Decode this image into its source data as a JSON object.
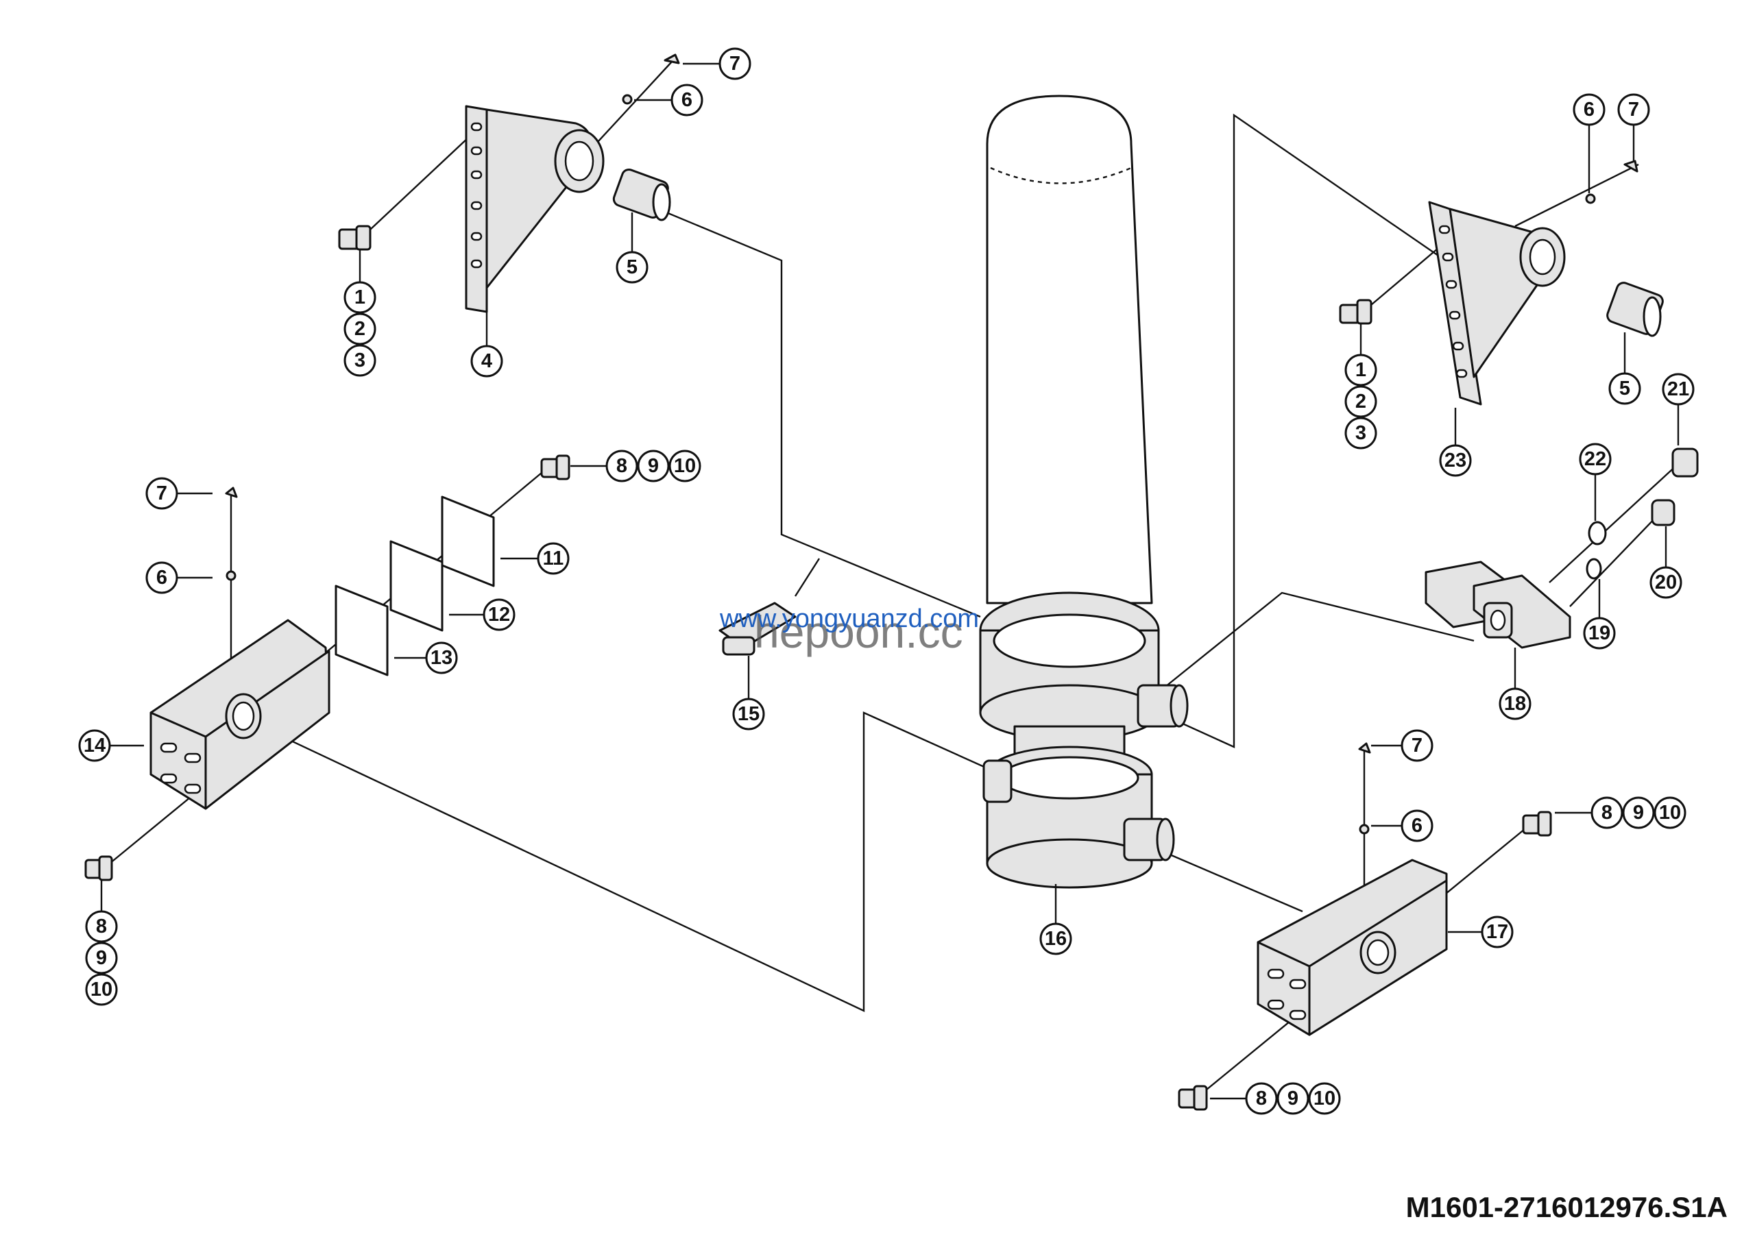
{
  "drawing_code": "M1601-2716012976.S1A",
  "watermarks": {
    "primary": "www.yongyuanzd.com",
    "secondary": "hepoon.cc",
    "primary_color": "#1f5fbf",
    "secondary_color": "#555555"
  },
  "callouts": {
    "b_1_a": "1",
    "b_2_a": "2",
    "b_3_a": "3",
    "b_4": "4",
    "b_5_a": "5",
    "b_6_a": "6",
    "b_7_a": "7",
    "b_7_b": "7",
    "b_6_b": "6",
    "b_8_a": "8",
    "b_9_a": "9",
    "b_10_a": "10",
    "b_11": "11",
    "b_12": "12",
    "b_13": "13",
    "b_14": "14",
    "b_8_b": "8",
    "b_9_b": "9",
    "b_10_b": "10",
    "b_15": "15",
    "b_16": "16",
    "b_6_c": "6",
    "b_7_c": "7",
    "b_1_b": "1",
    "b_2_b": "2",
    "b_3_b": "3",
    "b_5_b": "5",
    "b_23": "23",
    "b_21": "21",
    "b_22": "22",
    "b_20": "20",
    "b_19": "19",
    "b_18": "18",
    "b_7_d": "7",
    "b_6_d": "6",
    "b_8_c": "8",
    "b_9_c": "9",
    "b_10_c": "10",
    "b_17": "17",
    "b_8_d": "8",
    "b_9_d": "9",
    "b_10_d": "10"
  }
}
